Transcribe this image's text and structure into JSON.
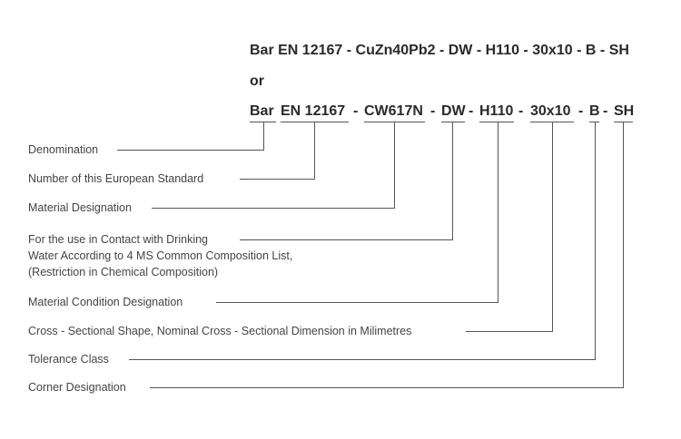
{
  "designation_full": "Bar EN 12167 - CuZn40Pb2 - DW - H110 - 30x10 - B - SH",
  "or_text": "or",
  "segments": [
    "Bar",
    "EN 12167",
    "CW617N",
    "DW",
    "H110",
    "30x10",
    "B",
    "SH"
  ],
  "separator": "-",
  "labels": {
    "denomination": "Denomination",
    "standard_number": "Number of this European Standard",
    "material_designation": "Material Designation",
    "drinking_water_1": "For the use in Contact with Drinking",
    "drinking_water_2": "Water According to 4 MS Common Composition List,",
    "drinking_water_3": "(Restriction in Chemical Composition)",
    "material_condition": "Material Condition Designation",
    "cross_section": "Cross - Sectional Shape, Nominal Cross - Sectional Dimension in Milimetres",
    "tolerance_class": "Tolerance Class",
    "corner_designation": "Corner Designation"
  }
}
